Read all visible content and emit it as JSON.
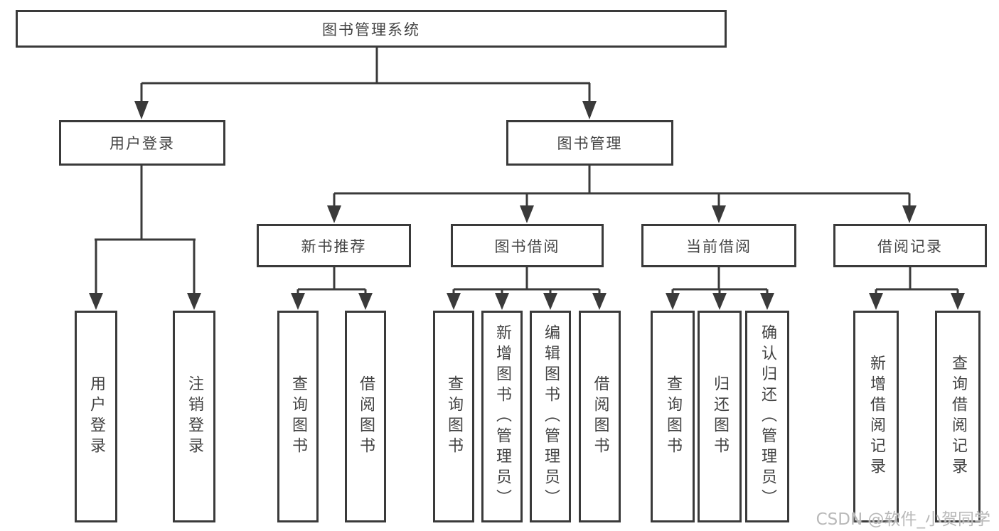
{
  "diagram": {
    "root": {
      "label": "图书管理系统"
    },
    "level2": [
      {
        "label": "用户登录"
      },
      {
        "label": "图书管理"
      }
    ],
    "level3": [
      {
        "label": "新书推荐"
      },
      {
        "label": "图书借阅"
      },
      {
        "label": "当前借阅"
      },
      {
        "label": "借阅记录"
      }
    ],
    "leaves": {
      "user_login": [
        {
          "label": "用户登录"
        },
        {
          "label": "注销登录"
        }
      ],
      "new_book": [
        {
          "label": "查询图书"
        },
        {
          "label": "借阅图书"
        }
      ],
      "book_borrow": [
        {
          "label": "查询图书"
        },
        {
          "label": "新增图书（管理员）"
        },
        {
          "label": "编辑图书（管理员）"
        },
        {
          "label": "借阅图书"
        }
      ],
      "current_borrow": [
        {
          "label": "查询图书"
        },
        {
          "label": "归还图书"
        },
        {
          "label": "确认归还（管理员）"
        }
      ],
      "borrow_record": [
        {
          "label": "新增借阅记录"
        },
        {
          "label": "查询借阅记录"
        }
      ]
    }
  },
  "watermark": {
    "text": "CSDN @软件_小贺同学"
  },
  "colors": {
    "line": "#3a3a3a",
    "text": "#434343",
    "background": "#ffffff",
    "watermark": "#b9b9b9"
  }
}
